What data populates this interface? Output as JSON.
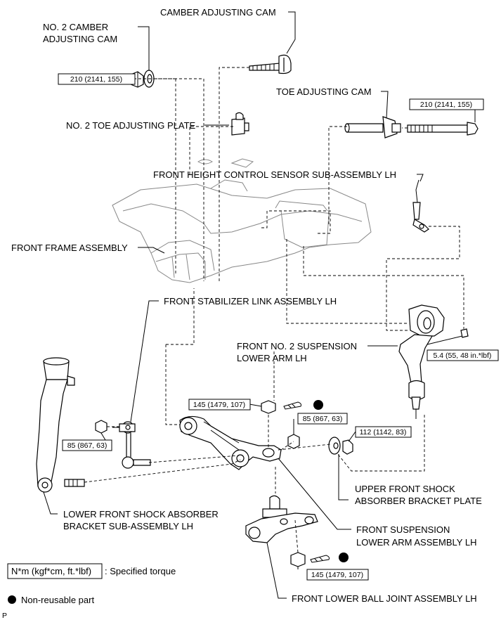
{
  "labels": {
    "camber_cam": "CAMBER ADJUSTING CAM",
    "no2_camber_line1": "NO. 2 CAMBER",
    "no2_camber_line2": "ADJUSTING CAM",
    "toe_cam": "TOE ADJUSTING CAM",
    "no2_toe_plate": "NO. 2 TOE ADJUSTING PLATE",
    "height_sensor": "FRONT HEIGHT CONTROL SENSOR SUB-ASSEMBLY LH",
    "front_frame": "FRONT FRAME ASSEMBLY",
    "stabilizer_link": "FRONT STABILIZER LINK ASSEMBLY LH",
    "no2_lower_arm_line1": "FRONT NO. 2 SUSPENSION",
    "no2_lower_arm_line2": "LOWER ARM LH",
    "lower_bracket_line1": "LOWER FRONT SHOCK ABSORBER",
    "lower_bracket_line2": "BRACKET SUB-ASSEMBLY LH",
    "upper_plate_line1": "UPPER FRONT SHOCK",
    "upper_plate_line2": "ABSORBER BRACKET PLATE",
    "lower_arm_line1": "FRONT SUSPENSION",
    "lower_arm_line2": "LOWER ARM ASSEMBLY LH",
    "ball_joint": "FRONT LOWER BALL JOINT ASSEMBLY LH"
  },
  "torques": {
    "camber_nut": "210 (2141, 155)",
    "toe_bolt": "210 (2141, 155)",
    "sensor_nut": "5.4 (55, 48 in.*lbf)",
    "arm_top_nut": "145 (1479, 107)",
    "stab_nut_left": "85 (867, 63)",
    "stab_nut_right": "85 (867, 63)",
    "upper_plate_nut": "112 (1142, 83)",
    "ball_joint_nut": "145 (1479, 107)"
  },
  "legend": {
    "torque_unit": "N*m (kgf*cm, ft.*lbf)",
    "torque_text": ": Specified torque",
    "nonreusable_text": "Non-reusable part",
    "corner_mark": "P"
  }
}
